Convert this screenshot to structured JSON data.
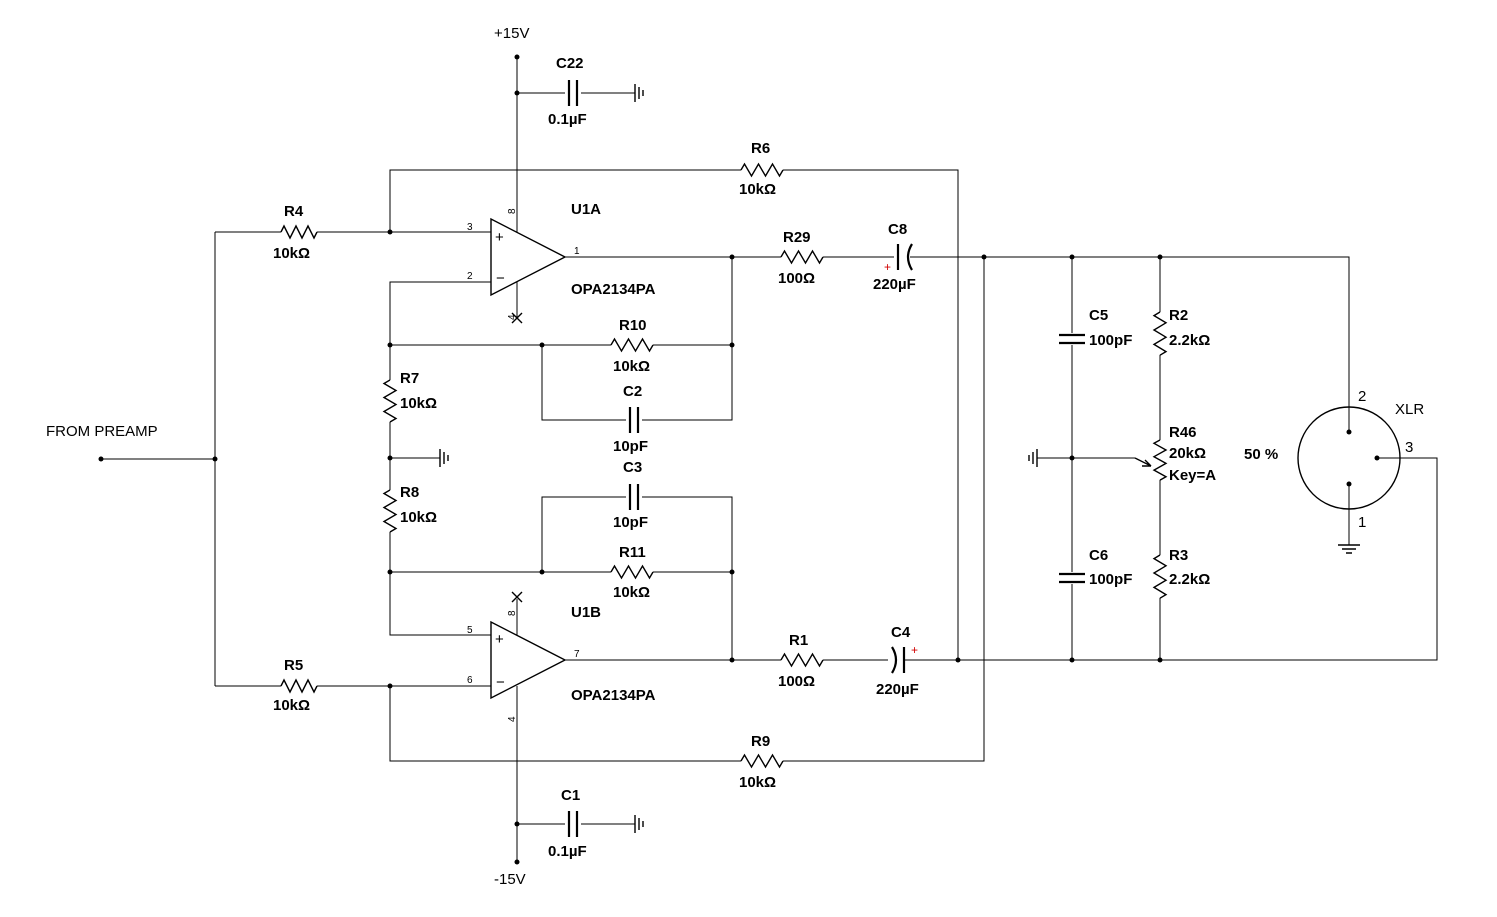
{
  "nets": {
    "vpos": "+15V",
    "vneg": "-15V",
    "input": "FROM PREAMP",
    "output": "XLR"
  },
  "components": {
    "C22": {
      "ref": "C22",
      "value": "0.1µF"
    },
    "C1": {
      "ref": "C1",
      "value": "0.1µF"
    },
    "R6": {
      "ref": "R6",
      "value": "10kΩ"
    },
    "R9": {
      "ref": "R9",
      "value": "10kΩ"
    },
    "R4": {
      "ref": "R4",
      "value": "10kΩ"
    },
    "R5": {
      "ref": "R5",
      "value": "10kΩ"
    },
    "U1A": {
      "ref": "U1A",
      "part": "OPA2134PA"
    },
    "U1B": {
      "ref": "U1B",
      "part": "OPA2134PA"
    },
    "R29": {
      "ref": "R29",
      "value": "100Ω"
    },
    "R1": {
      "ref": "R1",
      "value": "100Ω"
    },
    "C8": {
      "ref": "C8",
      "value": "220µF"
    },
    "C4": {
      "ref": "C4",
      "value": "220µF"
    },
    "R10": {
      "ref": "R10",
      "value": "10kΩ"
    },
    "R11": {
      "ref": "R11",
      "value": "10kΩ"
    },
    "C2": {
      "ref": "C2",
      "value": "10pF"
    },
    "C3": {
      "ref": "C3",
      "value": "10pF"
    },
    "R7": {
      "ref": "R7",
      "value": "10kΩ"
    },
    "R8": {
      "ref": "R8",
      "value": "10kΩ"
    },
    "C5": {
      "ref": "C5",
      "value": "100pF"
    },
    "C6": {
      "ref": "C6",
      "value": "100pF"
    },
    "R2": {
      "ref": "R2",
      "value": "2.2kΩ"
    },
    "R3": {
      "ref": "R3",
      "value": "2.2kΩ"
    },
    "R46": {
      "ref": "R46",
      "value": "20kΩ",
      "key": "Key=A",
      "setting": "50 %"
    }
  },
  "pins": {
    "u1a_in_plus": "3",
    "u1a_in_minus": "2",
    "u1a_out": "1",
    "u1a_vpos": "8",
    "u1a_vneg": "4",
    "u1b_in_plus": "5",
    "u1b_in_minus": "6",
    "u1b_out": "7",
    "u1b_vpos": "8",
    "u1b_vneg": "4",
    "xlr_pin1": "1",
    "xlr_pin2": "2",
    "xlr_pin3": "3"
  },
  "symbols": {
    "plus_sign": "+",
    "minus_sign": "−",
    "cap_plus": "+"
  },
  "colors": {
    "wire": "#000000",
    "polarity": "#d00000"
  }
}
